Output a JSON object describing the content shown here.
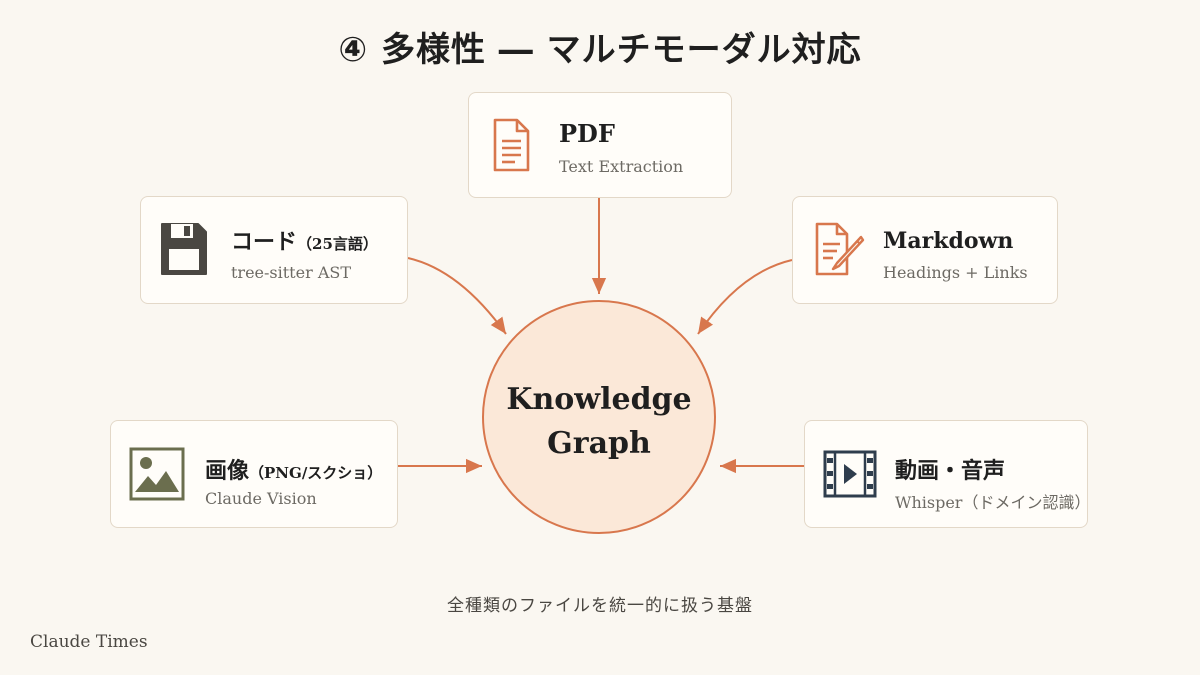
{
  "title": "④ 多様性 ― マルチモーダル対応",
  "hub": {
    "line1": "Knowledge",
    "line2": "Graph"
  },
  "cards": {
    "pdf": {
      "title": "PDF",
      "subtitle": "Text Extraction",
      "icon": "document-icon"
    },
    "code": {
      "title": "コード",
      "title_paren": "（25言語）",
      "subtitle": "tree-sitter AST",
      "icon": "floppy-disk-icon"
    },
    "markdown": {
      "title": "Markdown",
      "subtitle": "Headings + Links",
      "icon": "edit-document-icon"
    },
    "image": {
      "title": "画像",
      "title_paren": "（PNG/スクショ）",
      "subtitle": "Claude Vision",
      "icon": "image-icon"
    },
    "media": {
      "title": "動画・音声",
      "subtitle": "Whisper（ドメイン認識）",
      "icon": "video-icon"
    }
  },
  "footer": "全種類のファイルを統一的に扱う基盤",
  "brand": "Claude Times",
  "colors": {
    "accent": "#d8774d",
    "hub_fill": "#fbe8d8",
    "background": "#faf7f1",
    "code_icon": "#4a4742",
    "image_icon": "#6b6e4e",
    "media_icon": "#2f3d4d"
  }
}
